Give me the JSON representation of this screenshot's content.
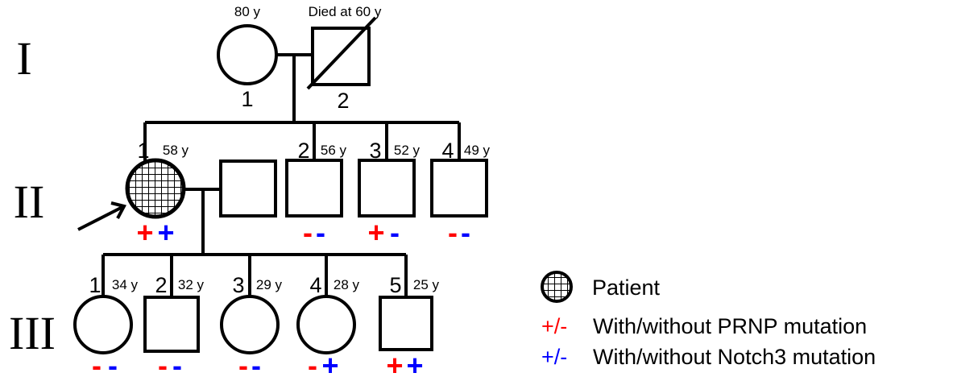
{
  "generations": {
    "g1": "I",
    "g2": "II",
    "g3": "III"
  },
  "gen1": {
    "p1": {
      "number": "1",
      "age": "80 y"
    },
    "p2": {
      "number": "2",
      "age": "Died at 60 y"
    }
  },
  "gen2": [
    {
      "number": "1",
      "age": "58 y",
      "sign_prnp": "+",
      "sign_notch3": "+"
    },
    {
      "number": "2",
      "age": "56 y",
      "sign_prnp": "-",
      "sign_notch3": "-"
    },
    {
      "number": "3",
      "age": "52 y",
      "sign_prnp": "+",
      "sign_notch3": "-"
    },
    {
      "number": "4",
      "age": "49 y",
      "sign_prnp": "-",
      "sign_notch3": "-"
    }
  ],
  "gen3": [
    {
      "number": "1",
      "age": "34 y",
      "sign_prnp": "-",
      "sign_notch3": "-"
    },
    {
      "number": "2",
      "age": "32 y",
      "sign_prnp": "-",
      "sign_notch3": "-"
    },
    {
      "number": "3",
      "age": "29 y",
      "sign_prnp": "-",
      "sign_notch3": "-"
    },
    {
      "number": "4",
      "age": "28 y",
      "sign_prnp": "-",
      "sign_notch3": "+"
    },
    {
      "number": "5",
      "age": "25 y",
      "sign_prnp": "+",
      "sign_notch3": "+"
    }
  ],
  "legend": {
    "patient": "Patient",
    "prnp_sign": "+/-",
    "prnp_text": "With/without PRNP mutation",
    "notch3_sign": "+/-",
    "notch3_text": "With/without Notch3 mutation"
  },
  "colors": {
    "prnp": "#ff0000",
    "notch3": "#0000ff",
    "line": "#000000"
  }
}
